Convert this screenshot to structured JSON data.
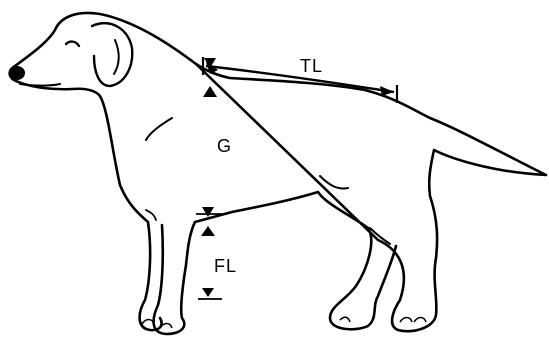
{
  "labels": {
    "trunk_length": "TL",
    "girth": "G",
    "foreleg_length": "FL"
  }
}
